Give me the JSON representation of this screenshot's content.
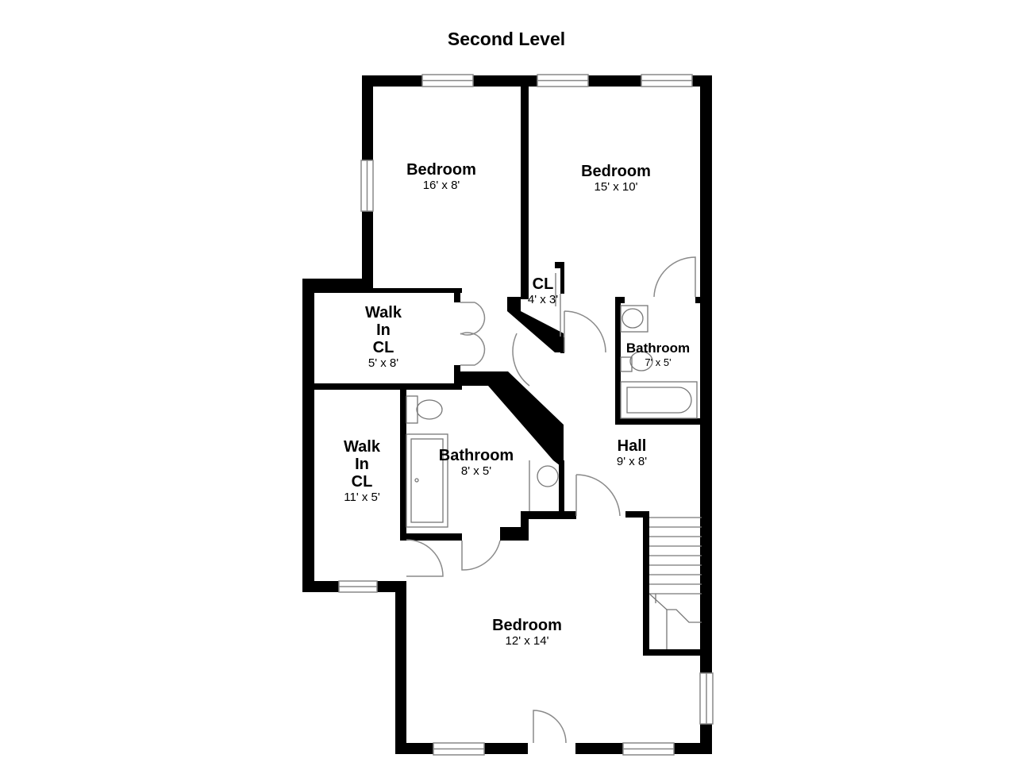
{
  "floor": {
    "title": "Second Level"
  },
  "rooms": {
    "bedroom_nw": {
      "name": "Bedroom",
      "dims": "16' x 8'"
    },
    "bedroom_ne": {
      "name": "Bedroom",
      "dims": "15' x 10'"
    },
    "closet": {
      "name": "CL",
      "dims": "4' x 3'"
    },
    "walkin_upper": {
      "name_lines": [
        "Walk",
        "In",
        "CL"
      ],
      "dims": "5' x 8'"
    },
    "bathroom_east": {
      "name": "Bathroom",
      "dims": "7' x 5'"
    },
    "walkin_lower": {
      "name_lines": [
        "Walk",
        "In",
        "CL"
      ],
      "dims": "11' x 5'"
    },
    "bathroom_center": {
      "name": "Bathroom",
      "dims": "8' x 5'"
    },
    "hall": {
      "name": "Hall",
      "dims": "9' x 8'"
    },
    "bedroom_south": {
      "name": "Bedroom",
      "dims": "12' x 14'"
    }
  },
  "colors": {
    "wall": "#000000",
    "thin_line": "#9a9a9a",
    "background": "#ffffff"
  }
}
